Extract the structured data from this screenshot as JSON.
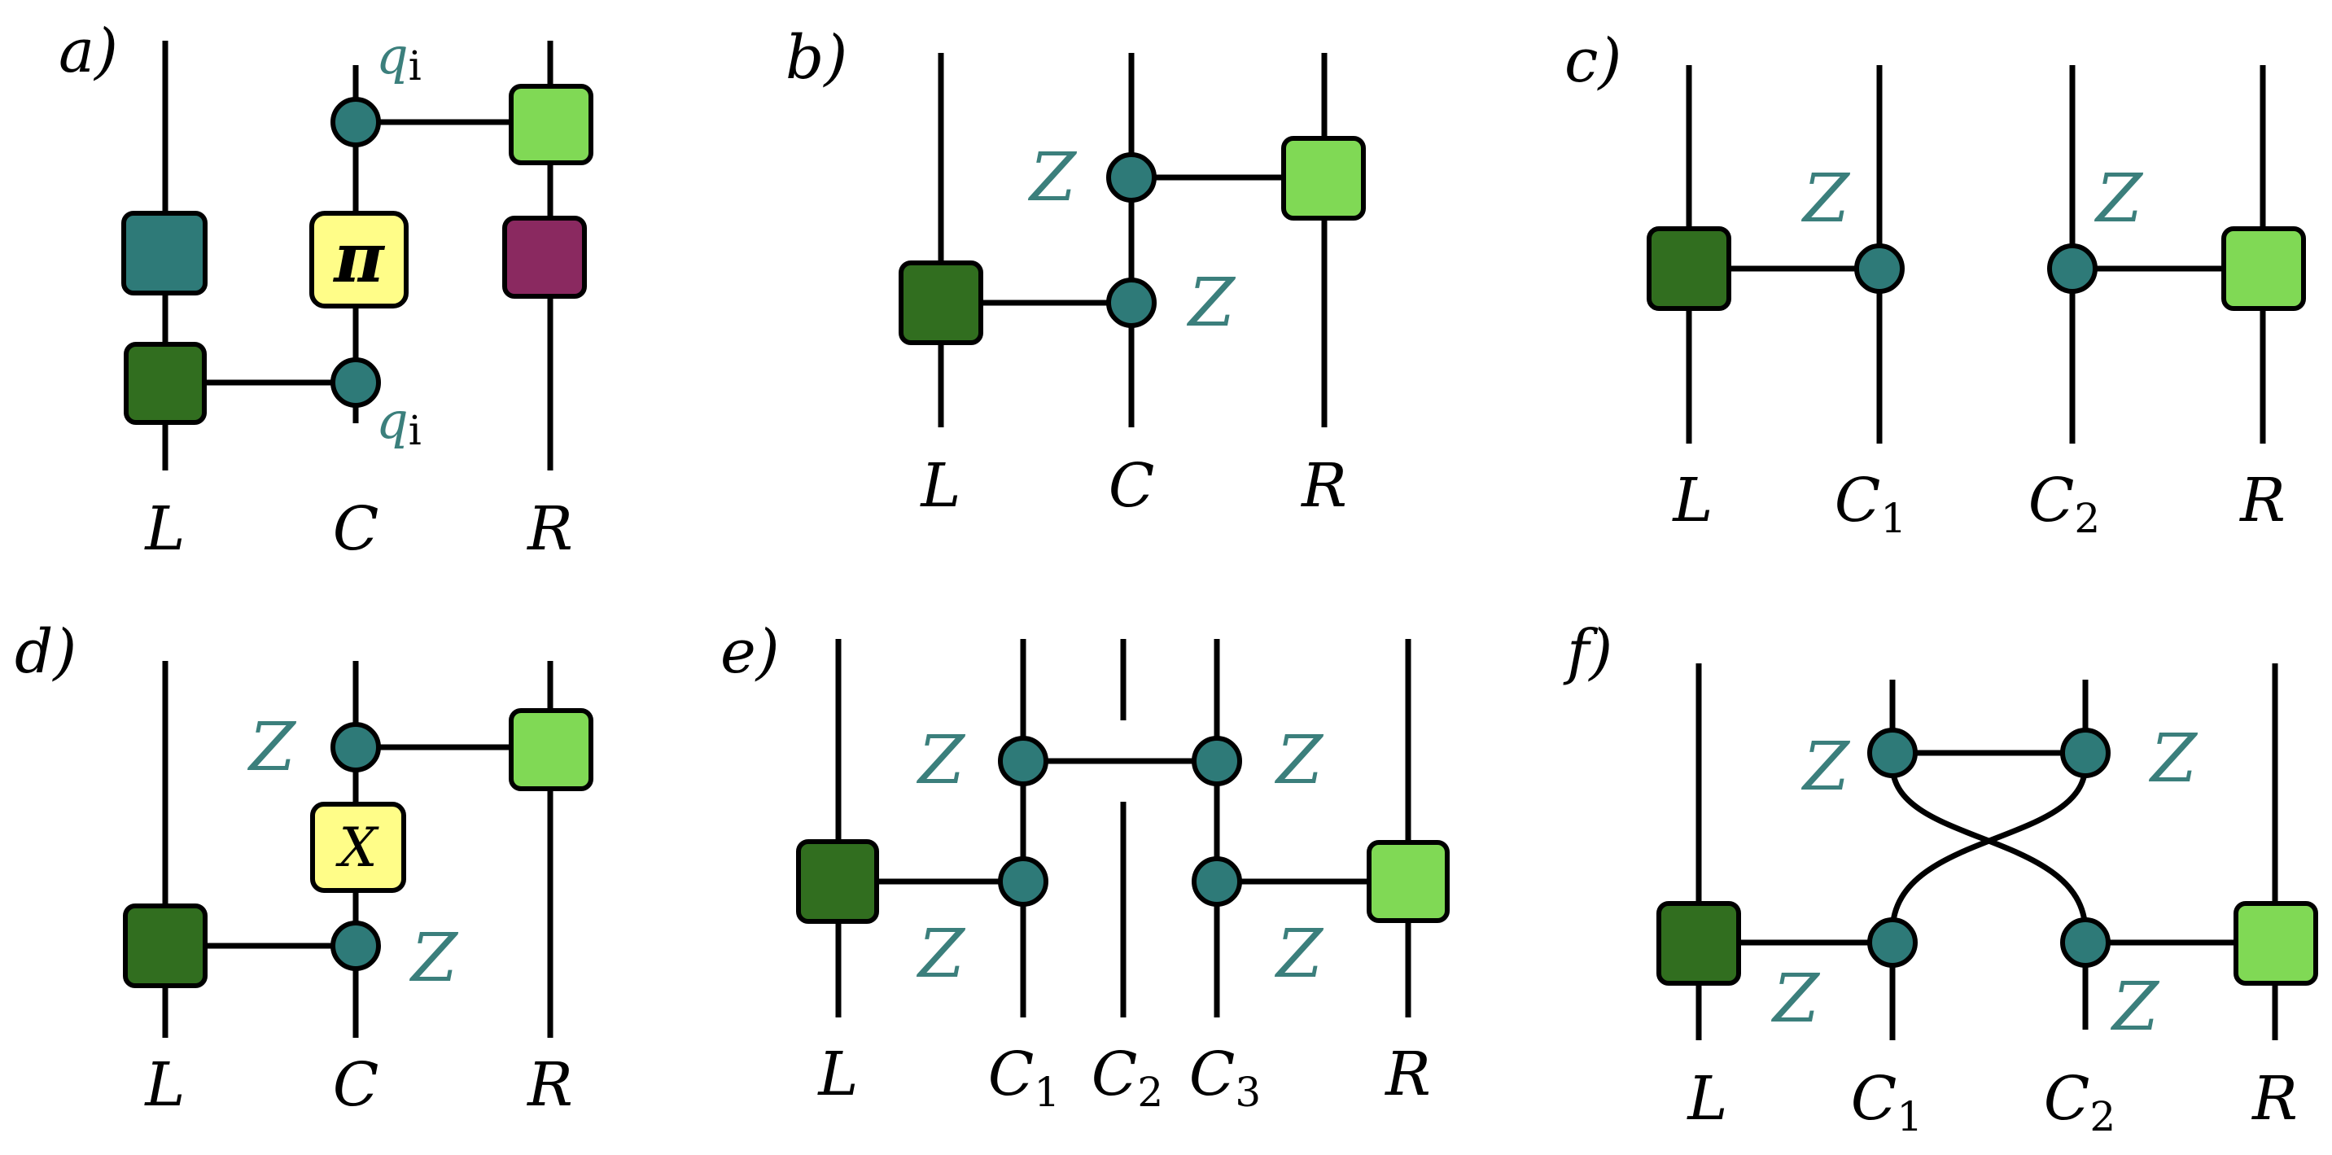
{
  "colors": {
    "dark_green": "#316e1f",
    "light_green": "#80d955",
    "teal": "#2e7a78",
    "purple": "#8a2960",
    "yellow": "#fffd88",
    "label_teal": "#3b7f7c",
    "wire": "#000000"
  },
  "panels": {
    "a": {
      "label": "a)",
      "wires": [
        "L",
        "C",
        "R"
      ],
      "q_top": "q",
      "q_bottom": "q",
      "q_sub": "i",
      "box_symbol": "π"
    },
    "b": {
      "label": "b)",
      "wires": [
        "L",
        "C",
        "R"
      ],
      "z1": "Z",
      "z2": "Z"
    },
    "c": {
      "label": "c)",
      "wires": [
        "L",
        "C",
        "C",
        "R"
      ],
      "subs": [
        "1",
        "2"
      ],
      "z1": "Z",
      "z2": "Z"
    },
    "d": {
      "label": "d)",
      "wires": [
        "L",
        "C",
        "R"
      ],
      "z1": "Z",
      "z2": "Z",
      "box_symbol": "X"
    },
    "e": {
      "label": "e)",
      "wires": [
        "L",
        "C",
        "C",
        "C",
        "R"
      ],
      "subs": [
        "1",
        "2",
        "3"
      ],
      "z1": "Z",
      "z2": "Z",
      "z3": "Z",
      "z4": "Z"
    },
    "f": {
      "label": "f)",
      "wires": [
        "L",
        "C",
        "C",
        "R"
      ],
      "subs": [
        "1",
        "2"
      ],
      "z1": "Z",
      "z2": "Z",
      "z3": "Z",
      "z4": "Z"
    }
  }
}
